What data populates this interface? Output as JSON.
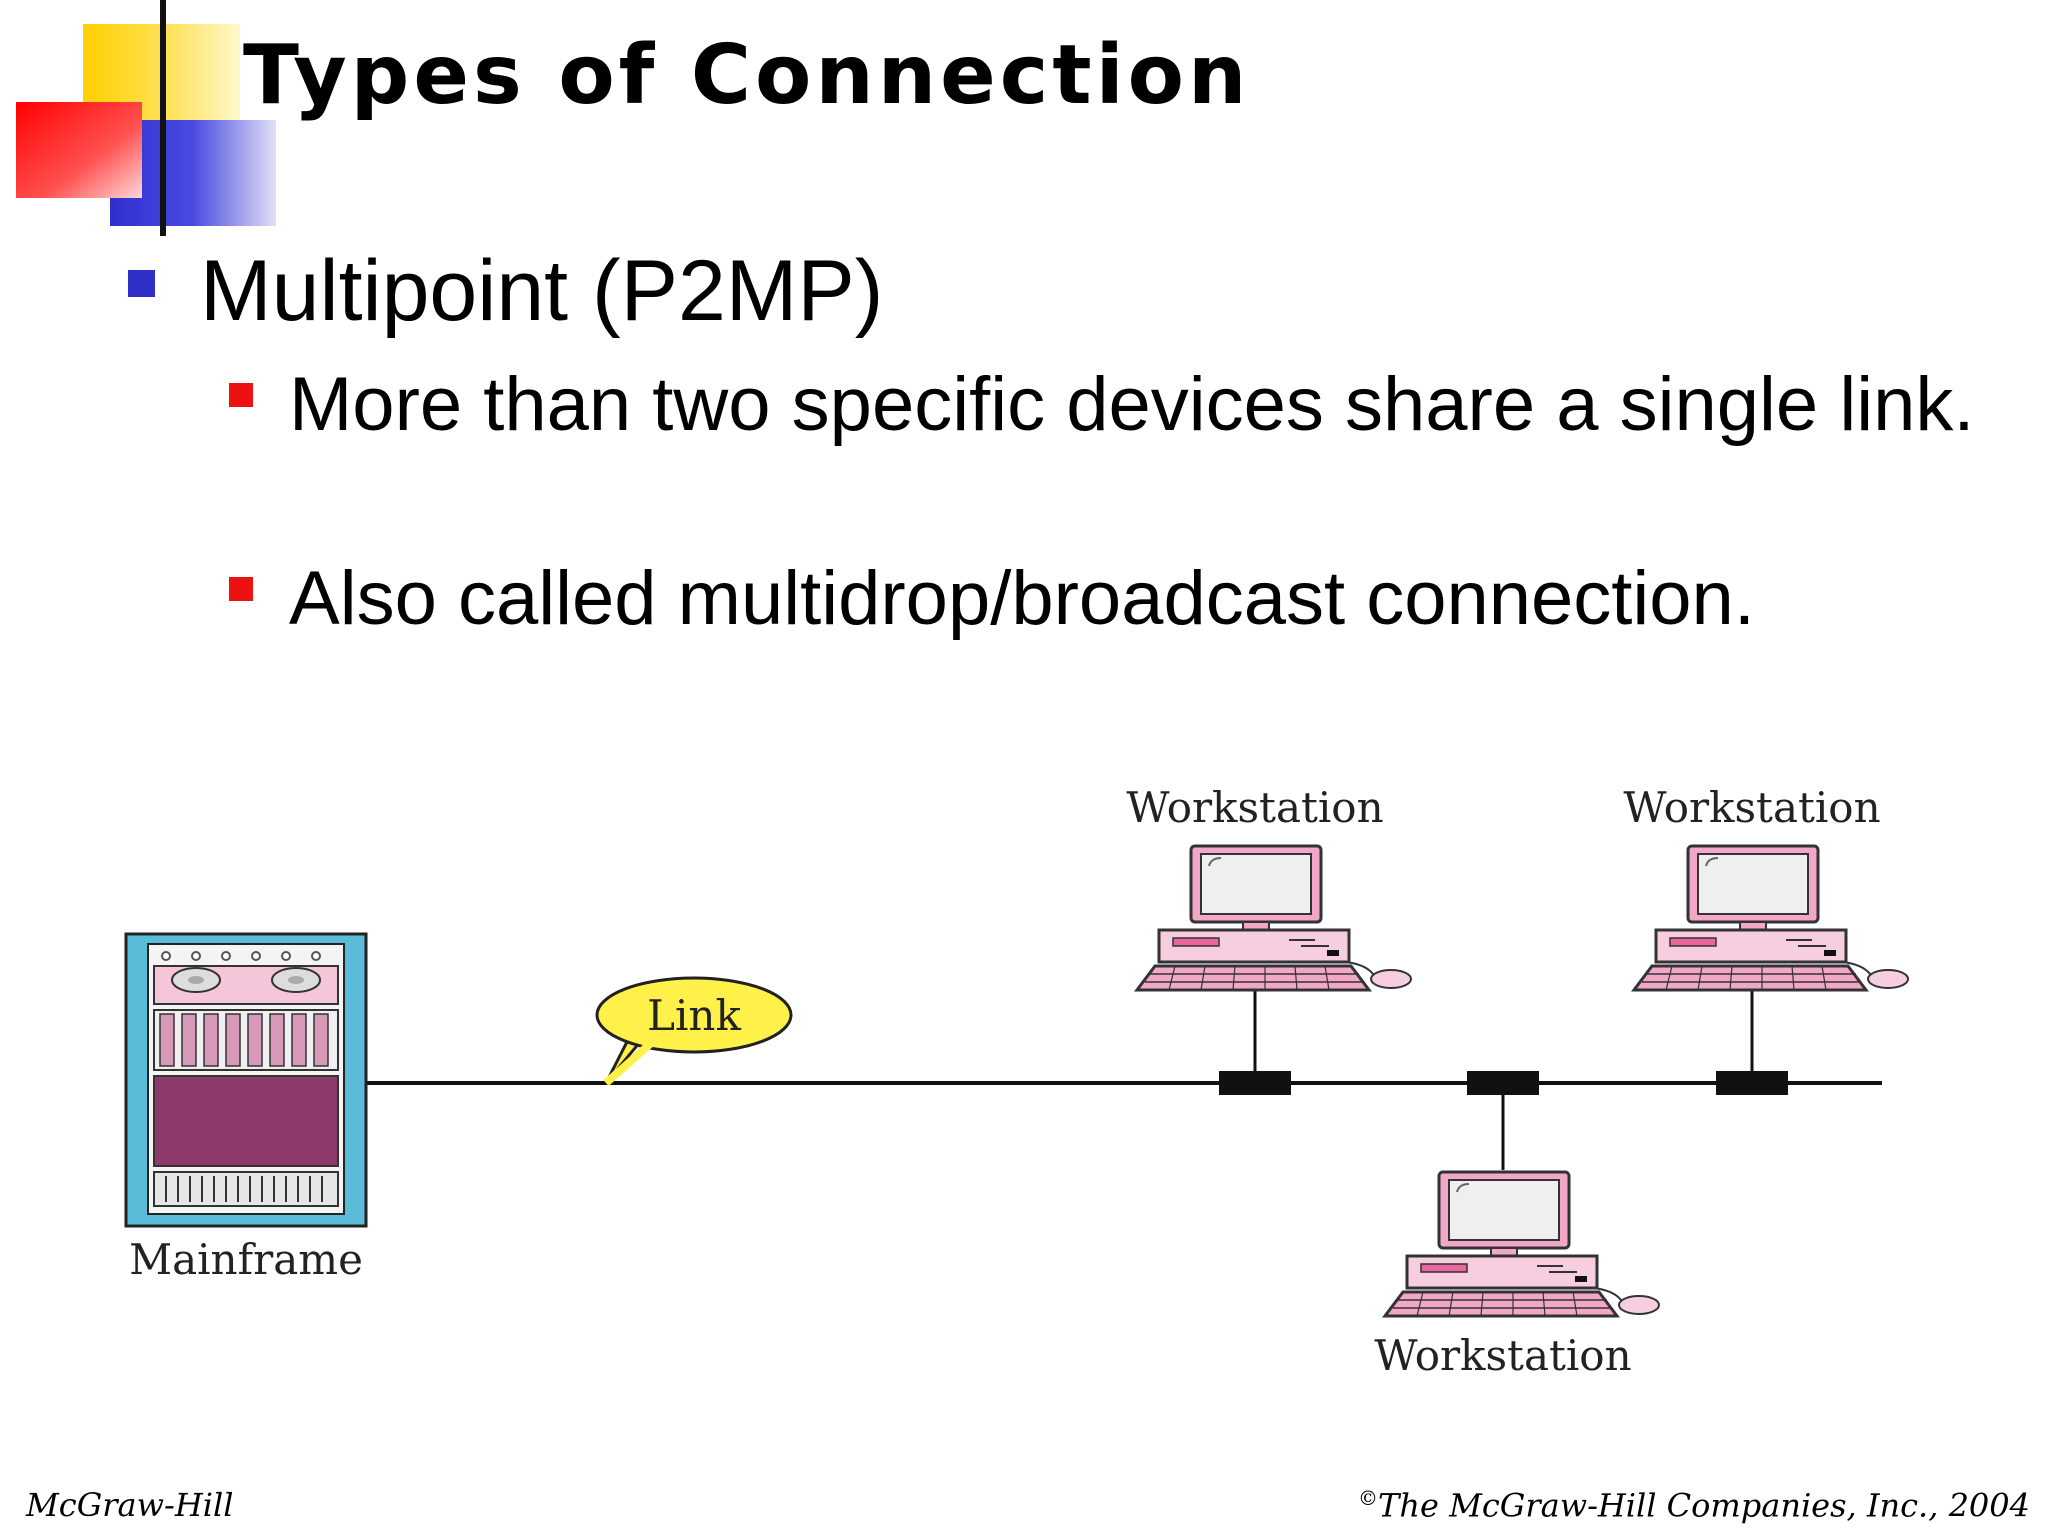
{
  "slide": {
    "title": "Types of Connection",
    "bullet_l1": "Multipoint (P2MP)",
    "bullets_l2": [
      "More than two specific devices share a single link.",
      "Also called multidrop/broadcast connection."
    ]
  },
  "diagram": {
    "mainframe_label": "Mainframe",
    "link_label": "Link",
    "workstation_labels": [
      "Workstation",
      "Workstation",
      "Workstation"
    ]
  },
  "footer": {
    "left": "McGraw-Hill",
    "copyright_symbol": "©",
    "right": "The McGraw-Hill Companies, Inc., 2004"
  },
  "colors": {
    "bullet_l1": "#2f2fc7",
    "bullet_l2": "#ee1111",
    "device_pink": "#f2a6c8",
    "mainframe_frame": "#5bbcd9",
    "mainframe_panel": "#8e3a6a",
    "link_bubble": "#fff04a"
  }
}
